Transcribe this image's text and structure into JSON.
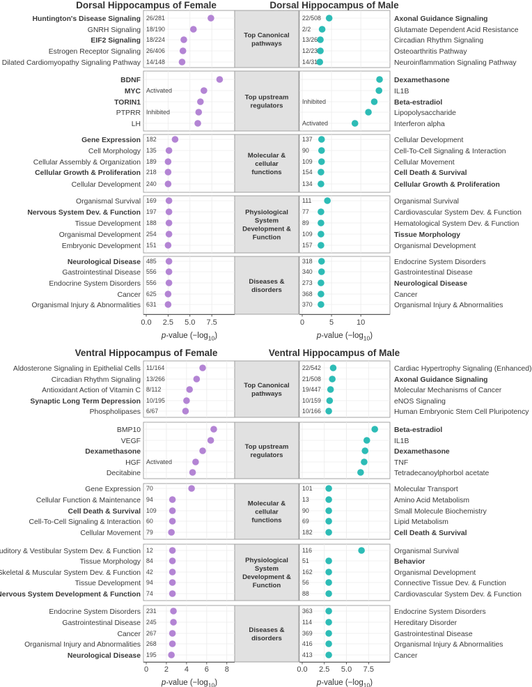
{
  "colors": {
    "female": "#b384d4",
    "male": "#2dbcb6",
    "panel_mid": "#e1e1e1"
  },
  "chart_data": [
    {
      "type": "scatter",
      "title_female": "Dorsal Hippocampus of Female",
      "title_male": "Dorsal Hippocampus of Male",
      "xlabel": "p-value (−log10)",
      "female_axis": {
        "xlim": [
          0,
          9.8
        ],
        "ticks": [
          0.0,
          2.5,
          5.0,
          7.5
        ],
        "tick_labels": [
          "0.0",
          "2.5",
          "5.0",
          "7.5"
        ]
      },
      "male_axis": {
        "xlim": [
          0,
          14.5
        ],
        "ticks": [
          0,
          5,
          10
        ],
        "tick_labels": [
          "0",
          "5",
          "10"
        ]
      },
      "groups": [
        {
          "category": "Top Canonical pathways",
          "female": [
            {
              "label": "Huntington's Disease Signaling",
              "bold": true,
              "count": "26/281",
              "value": 7.4
            },
            {
              "label": "GNRH Signaling",
              "bold": false,
              "count": "18/190",
              "value": 5.4
            },
            {
              "label": "EIF2 Signaling",
              "bold": true,
              "count": "18/224",
              "value": 4.3
            },
            {
              "label": "Estrogen Receptor Signaling",
              "bold": false,
              "count": "26/406",
              "value": 4.2
            },
            {
              "label": "Dilated Cardiomyopathy Signaling Pathway",
              "bold": false,
              "count": "14/148",
              "value": 4.1
            }
          ],
          "male": [
            {
              "label": "Axonal Guidance Signaling",
              "bold": true,
              "count": "22/508",
              "value": 4.6
            },
            {
              "label": "Glutamate Dependent Acid Resistance",
              "bold": false,
              "count": "2/2",
              "value": 3.4
            },
            {
              "label": "Circadian Rhythm Signaling",
              "bold": false,
              "count": "13/266",
              "value": 3.1
            },
            {
              "label": "Osteoarthritis Pathway",
              "bold": false,
              "count": "12/234",
              "value": 3.1
            },
            {
              "label": "Neuroinflammation Signaling Pathway",
              "bold": false,
              "count": "14/315",
              "value": 3.0
            }
          ]
        },
        {
          "category": "Top upstream regulators",
          "female": [
            {
              "label": "BDNF",
              "bold": true,
              "count": "",
              "value": 8.4
            },
            {
              "label": "MYC",
              "bold": true,
              "count": "",
              "value": 6.6
            },
            {
              "label": "TORIN1",
              "bold": true,
              "count": "",
              "value": 6.2
            },
            {
              "label": "PTPRR",
              "bold": false,
              "count": "",
              "value": 6.0
            },
            {
              "label": "LH",
              "bold": false,
              "count": "",
              "value": 5.9
            }
          ],
          "male": [
            {
              "label": "Dexamethasone",
              "bold": true,
              "count": "",
              "value": 13.2
            },
            {
              "label": "IL1B",
              "bold": false,
              "count": "",
              "value": 13.1
            },
            {
              "label": "Beta-estradiol",
              "bold": true,
              "count": "",
              "value": 12.3
            },
            {
              "label": "Lipopolysaccharide",
              "bold": false,
              "count": "",
              "value": 11.3
            },
            {
              "label": "Interferon alpha",
              "bold": false,
              "count": "",
              "value": 9.0
            }
          ],
          "female_notes": [
            {
              "text": "Activated",
              "row": 1
            },
            {
              "text": "Inhibited",
              "row": 3
            }
          ],
          "male_notes": [
            {
              "text": "Inhibited",
              "row": 2
            },
            {
              "text": "Activated",
              "row": 4
            }
          ]
        },
        {
          "category": "Molecular & cellular functions",
          "female": [
            {
              "label": "Gene Expression",
              "bold": true,
              "count": "182",
              "value": 3.3
            },
            {
              "label": "Cell Morphology",
              "bold": false,
              "count": "135",
              "value": 2.6
            },
            {
              "label": "Cellular Assembly & Organization",
              "bold": false,
              "count": "189",
              "value": 2.5
            },
            {
              "label": "Cellular Growth & Proliferation",
              "bold": true,
              "count": "218",
              "value": 2.5
            },
            {
              "label": "Cellular Development",
              "bold": false,
              "count": "240",
              "value": 2.5
            }
          ],
          "male": [
            {
              "label": "Cellular Development",
              "bold": false,
              "count": "137",
              "value": 3.3
            },
            {
              "label": "Cell-To-Cell Signaling & Interaction",
              "bold": false,
              "count": "90",
              "value": 3.3
            },
            {
              "label": "Cellular Movement",
              "bold": false,
              "count": "109",
              "value": 3.3
            },
            {
              "label": "Cell Death & Survival",
              "bold": true,
              "count": "154",
              "value": 3.2
            },
            {
              "label": "Cellular Growth & Proliferation",
              "bold": true,
              "count": "134",
              "value": 3.2
            }
          ]
        },
        {
          "category": "Physiological System Development & Function",
          "female": [
            {
              "label": "Organismal Survival",
              "bold": false,
              "count": "169",
              "value": 2.6
            },
            {
              "label": "Nervous System Dev. & Function",
              "bold": true,
              "count": "197",
              "value": 2.6
            },
            {
              "label": "Tissue Development",
              "bold": false,
              "count": "188",
              "value": 2.6
            },
            {
              "label": "Organismal Development",
              "bold": false,
              "count": "254",
              "value": 2.6
            },
            {
              "label": "Embryonic Development",
              "bold": false,
              "count": "151",
              "value": 2.5
            }
          ],
          "male": [
            {
              "label": "Organismal Survival",
              "bold": false,
              "count": "111",
              "value": 4.3
            },
            {
              "label": "Cardiovascular System Dev. & Function",
              "bold": false,
              "count": "77",
              "value": 3.2
            },
            {
              "label": "Hematological System Dev. & Function",
              "bold": false,
              "count": "89",
              "value": 3.2
            },
            {
              "label": "Tissue Morphology",
              "bold": true,
              "count": "109",
              "value": 3.2
            },
            {
              "label": "Organismal Development",
              "bold": false,
              "count": "157",
              "value": 3.2
            }
          ]
        },
        {
          "category": "Diseases & disorders",
          "female": [
            {
              "label": "Neurological Disease",
              "bold": true,
              "count": "485",
              "value": 2.6
            },
            {
              "label": "Gastrointestinal Disease",
              "bold": false,
              "count": "556",
              "value": 2.6
            },
            {
              "label": "Endocrine System Disorders",
              "bold": false,
              "count": "556",
              "value": 2.6
            },
            {
              "label": "Cancer",
              "bold": false,
              "count": "625",
              "value": 2.5
            },
            {
              "label": "Organismal Injury & Abnormalities",
              "bold": false,
              "count": "631",
              "value": 2.5
            }
          ],
          "male": [
            {
              "label": "Endocrine System Disorders",
              "bold": false,
              "count": "318",
              "value": 3.3
            },
            {
              "label": "Gastrointestinal Disease",
              "bold": false,
              "count": "340",
              "value": 3.3
            },
            {
              "label": "Neurological Disease",
              "bold": true,
              "count": "273",
              "value": 3.2
            },
            {
              "label": "Cancer",
              "bold": false,
              "count": "368",
              "value": 3.2
            },
            {
              "label": "Organismal Injury & Abnormalities",
              "bold": false,
              "count": "370",
              "value": 3.2
            }
          ]
        }
      ]
    },
    {
      "type": "scatter",
      "title_female": "Ventral Hippocampus of Female",
      "title_male": "Ventral Hippocampus of Male",
      "xlabel": "p-value (−log10)",
      "female_axis": {
        "xlim": [
          0,
          8.5
        ],
        "ticks": [
          0,
          2,
          4,
          6,
          8
        ],
        "tick_labels": [
          "0",
          "2",
          "4",
          "6",
          "8"
        ]
      },
      "male_axis": {
        "xlim": [
          0,
          9.6
        ],
        "ticks": [
          0.0,
          2.5,
          5.0,
          7.5
        ],
        "tick_labels": [
          "0.0",
          "2.5",
          "5.0",
          "7.5"
        ]
      },
      "groups": [
        {
          "category": "Top Canonical pathways",
          "female": [
            {
              "label": "Aldosterone Signaling in Epithelial Cells",
              "bold": false,
              "count": "11/164",
              "value": 5.6
            },
            {
              "label": "Circadian Rhythm Signaling",
              "bold": false,
              "count": "13/266",
              "value": 5.0
            },
            {
              "label": "Antioxidant Action of Vitamin C",
              "bold": false,
              "count": "8/112",
              "value": 4.3
            },
            {
              "label": "Synaptic Long Term Depression",
              "bold": true,
              "count": "10/195",
              "value": 4.0
            },
            {
              "label": "Phospholipases",
              "bold": false,
              "count": "6/67",
              "value": 3.9
            }
          ],
          "male": [
            {
              "label": "Cardiac Hypertrophy Signaling (Enhanced)",
              "bold": false,
              "count": "22/542",
              "value": 3.5
            },
            {
              "label": "Axonal Guidance Signaling",
              "bold": true,
              "count": "21/508",
              "value": 3.4
            },
            {
              "label": "Molecular Mechanisms of Cancer",
              "bold": false,
              "count": "19/447",
              "value": 3.2
            },
            {
              "label": "eNOS Signaling",
              "bold": false,
              "count": "10/159",
              "value": 3.1
            },
            {
              "label": "Human Embryonic Stem Cell Pluripotency",
              "bold": false,
              "count": "10/166",
              "value": 3.0
            }
          ]
        },
        {
          "category": "Top upstream regulators",
          "female": [
            {
              "label": "BMP10",
              "bold": false,
              "count": "",
              "value": 6.7
            },
            {
              "label": "VEGF",
              "bold": false,
              "count": "",
              "value": 6.4
            },
            {
              "label": "Dexamethasone",
              "bold": true,
              "count": "",
              "value": 5.6
            },
            {
              "label": "HGF",
              "bold": false,
              "count": "",
              "value": 4.9
            },
            {
              "label": "Decitabine",
              "bold": false,
              "count": "",
              "value": 4.6
            }
          ],
          "male": [
            {
              "label": "Beta-estradiol",
              "bold": true,
              "count": "",
              "value": 8.2
            },
            {
              "label": "IL1B",
              "bold": false,
              "count": "",
              "value": 7.3
            },
            {
              "label": "Dexamethasone",
              "bold": true,
              "count": "",
              "value": 7.1
            },
            {
              "label": "TNF",
              "bold": false,
              "count": "",
              "value": 7.0
            },
            {
              "label": "Tetradecanoylphorbol acetate",
              "bold": false,
              "count": "",
              "value": 6.6
            }
          ],
          "female_notes": [
            {
              "text": "Activated",
              "row": 3
            }
          ],
          "male_notes": []
        },
        {
          "category": "Molecular & cellular functions",
          "female": [
            {
              "label": "Gene Expression",
              "bold": false,
              "count": "70",
              "value": 4.5
            },
            {
              "label": "Cellular Function & Maintenance",
              "bold": false,
              "count": "94",
              "value": 2.6
            },
            {
              "label": "Cell Death & Survival",
              "bold": true,
              "count": "109",
              "value": 2.6
            },
            {
              "label": "Cell-To-Cell Signaling & Interaction",
              "bold": false,
              "count": "60",
              "value": 2.6
            },
            {
              "label": "Cellular Movement",
              "bold": false,
              "count": "79",
              "value": 2.5
            }
          ],
          "male": [
            {
              "label": "Molecular Transport",
              "bold": false,
              "count": "101",
              "value": 3.0
            },
            {
              "label": "Amino Acid Metabolism",
              "bold": false,
              "count": "13",
              "value": 3.0
            },
            {
              "label": "Small Molecule Biochemistry",
              "bold": false,
              "count": "90",
              "value": 3.0
            },
            {
              "label": "Lipid Metabolism",
              "bold": false,
              "count": "69",
              "value": 3.0
            },
            {
              "label": "Cell Death & Survival",
              "bold": true,
              "count": "182",
              "value": 3.0
            }
          ]
        },
        {
          "category": "Physiological System Development & Function",
          "female": [
            {
              "label": "Auditory & Vestibular System Dev. & Function",
              "bold": false,
              "count": "12",
              "value": 2.6
            },
            {
              "label": "Tissue Morphology",
              "bold": false,
              "count": "84",
              "value": 2.6
            },
            {
              "label": "Skeletal & Muscular System Dev. & Function",
              "bold": false,
              "count": "42",
              "value": 2.6
            },
            {
              "label": "Tissue Development",
              "bold": false,
              "count": "94",
              "value": 2.6
            },
            {
              "label": "Nervous System Development & Function",
              "bold": true,
              "count": "74",
              "value": 2.6
            }
          ],
          "male": [
            {
              "label": "Organismal Survival",
              "bold": false,
              "count": "116",
              "value": 6.7
            },
            {
              "label": "Behavior",
              "bold": true,
              "count": "51",
              "value": 3.0
            },
            {
              "label": "Organismal Development",
              "bold": false,
              "count": "162",
              "value": 3.0
            },
            {
              "label": "Connective Tissue Dev. & Function",
              "bold": false,
              "count": "56",
              "value": 3.0
            },
            {
              "label": "Cardiovascular System Dev. & Function",
              "bold": false,
              "count": "88",
              "value": 3.0
            }
          ]
        },
        {
          "category": "Diseases & disorders",
          "female": [
            {
              "label": "Endocrine System Disorders",
              "bold": false,
              "count": "231",
              "value": 2.7
            },
            {
              "label": "Gastrointestinal Disease",
              "bold": false,
              "count": "245",
              "value": 2.7
            },
            {
              "label": "Cancer",
              "bold": false,
              "count": "267",
              "value": 2.6
            },
            {
              "label": "Organismal Injury and Abnormalities",
              "bold": false,
              "count": "268",
              "value": 2.6
            },
            {
              "label": "Neurological Disease",
              "bold": true,
              "count": "195",
              "value": 2.5
            }
          ],
          "male": [
            {
              "label": "Endocrine System Disorders",
              "bold": false,
              "count": "363",
              "value": 3.0
            },
            {
              "label": "Hereditary Disorder",
              "bold": false,
              "count": "114",
              "value": 3.0
            },
            {
              "label": "Gastrointestinal Disease",
              "bold": false,
              "count": "369",
              "value": 3.0
            },
            {
              "label": "Organismal Injury & Abnormalities",
              "bold": false,
              "count": "416",
              "value": 3.0
            },
            {
              "label": "Cancer",
              "bold": false,
              "count": "413",
              "value": 3.0
            }
          ]
        }
      ]
    }
  ]
}
